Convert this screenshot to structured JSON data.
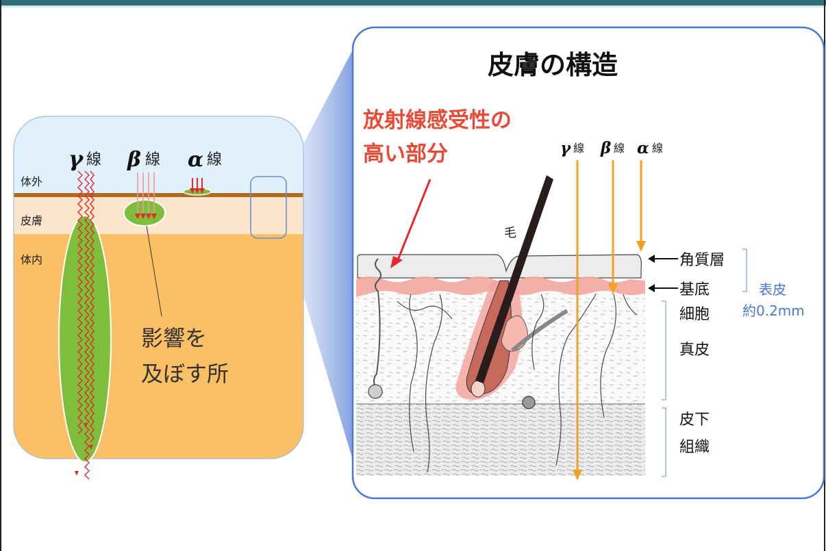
{
  "left_panel": {
    "rays": {
      "gamma": "γ",
      "beta": "β",
      "alpha": "α",
      "ray_suffix": "線"
    },
    "layers": {
      "outside": "体外",
      "skin": "皮膚",
      "inside": "体内"
    },
    "effect_label_line1": "影響を",
    "effect_label_line2": "及ぼす所"
  },
  "right_panel": {
    "title": "皮膚の構造",
    "sensitive_line1": "放射線感受性の",
    "sensitive_line2": "高い部分",
    "hair_label": "毛",
    "rays": {
      "gamma": "γ",
      "beta": "β",
      "alpha": "α",
      "ray_suffix": "線"
    },
    "stratum_corneum": "角質層",
    "basal_line1": "基底",
    "basal_line2": "細胞",
    "epidermis": "表皮",
    "epidermis_thickness": "約0.2mm",
    "dermis": "真皮",
    "subcutis_line1": "皮下",
    "subcutis_line2": "組織"
  },
  "colors": {
    "outside": "#e1f1fb",
    "skin": "#fde5cc",
    "inside": "#fbbf66",
    "effect": "#7dbf3a",
    "ray_red": "#e8262a",
    "ray_orange": "#f2a124",
    "accent_blue": "#4a78d1",
    "sensitive_red": "#e84a35"
  }
}
